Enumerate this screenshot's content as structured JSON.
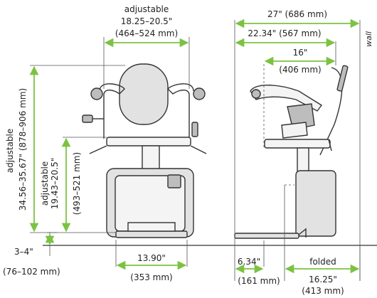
{
  "labels": {
    "seat_width_title": "adjustable",
    "seat_width_in": "18.25–20.5\"",
    "seat_width_mm": "(464–524 mm)",
    "depth_total": "27\" (686 mm)",
    "depth_mid": "22.34\" (567 mm)",
    "depth_inner_in": "16\"",
    "depth_inner_mm": "(406 mm)",
    "wall": "wall",
    "height_total_title": "adjustable",
    "height_total": "34.56–35.67\" (878–906 mm)",
    "seat_height_title": "adjustable",
    "seat_height_in": "19.43–20.5\"",
    "seat_height_mm": "(493–521 mm)",
    "floor_gap_in": "3–4\"",
    "floor_gap_mm": "(76–102 mm)",
    "base_width_in": "13.90\"",
    "base_width_mm": "(353 mm)",
    "footrest_in": "6.34\"",
    "footrest_mm": "(161 mm)",
    "folded_title": "folded",
    "folded_in": "16.25\"",
    "folded_mm": "(413 mm)"
  },
  "colors": {
    "dimension": "#7cc242",
    "outline": "#333333",
    "fill": "#e2e2e2"
  }
}
